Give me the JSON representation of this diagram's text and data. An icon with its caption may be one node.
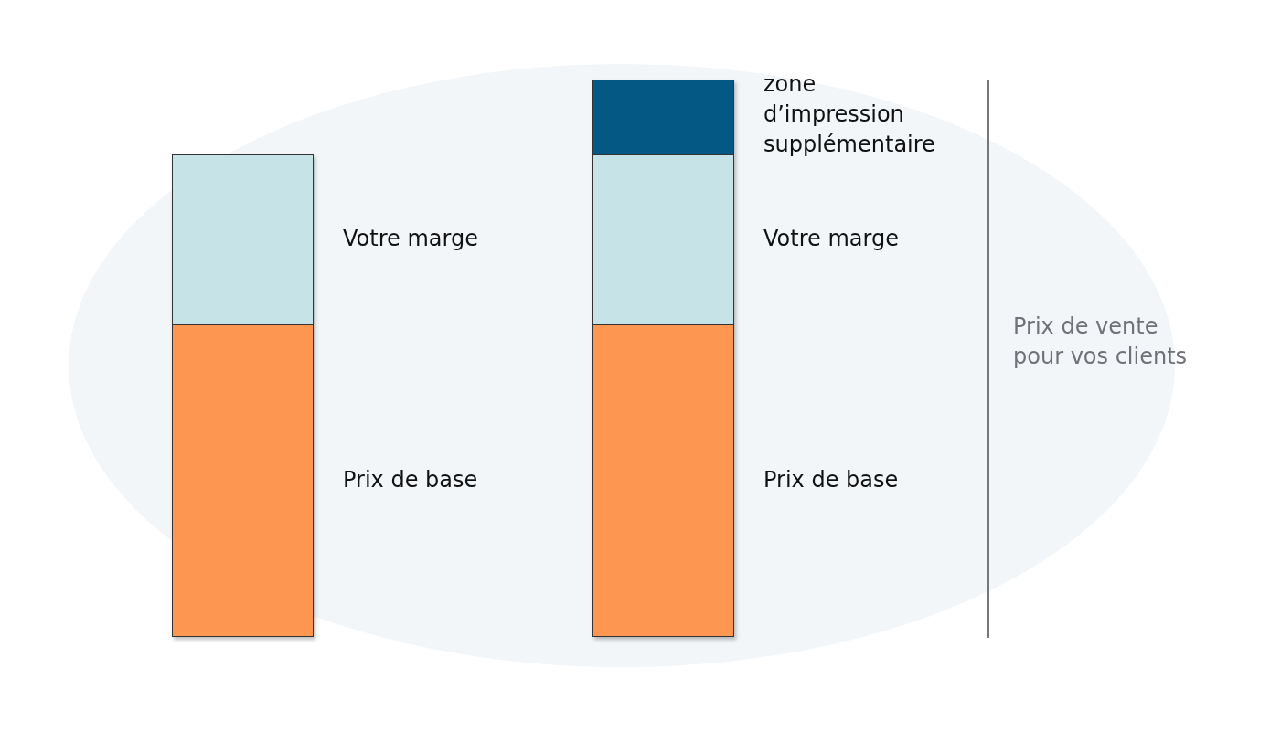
{
  "diagram": {
    "nodes": [
      {
        "text": [],
        "shape": "bar",
        "beside": [
          "Votre marge"
        ]
      },
      {
        "text": [],
        "shape": "bar",
        "beside": [
          "Prix de base"
        ]
      },
      {
        "text": [],
        "shape": "bar",
        "beside": [
          "zone d’impression supplémentaire"
        ]
      },
      {
        "text": [],
        "shape": "bar",
        "beside": [
          "Votre marge"
        ]
      },
      {
        "text": [],
        "shape": "bar",
        "beside": [
          "Prix de base"
        ]
      }
    ],
    "labels": [
      "Prix de vente pour vos clients"
    ]
  }
}
